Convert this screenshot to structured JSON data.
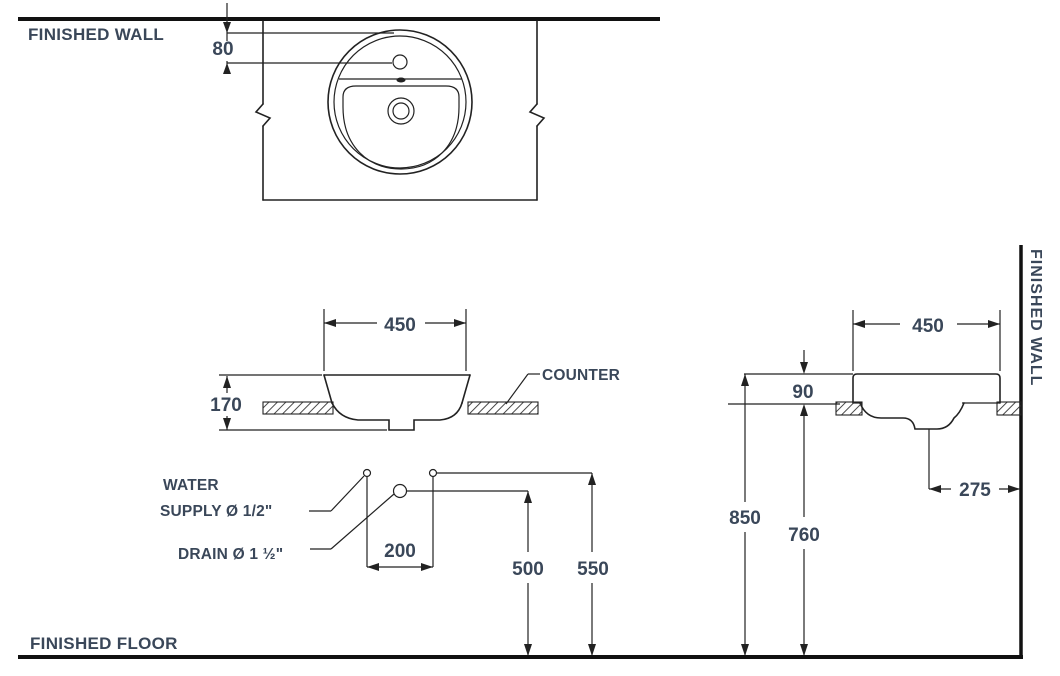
{
  "drawing": {
    "labels": {
      "finished_wall_top": "FINISHED WALL",
      "finished_wall_right": "FINISHED WALL",
      "finished_floor": "FINISHED FLOOR",
      "counter": "COUNTER",
      "water_supply_line1": "WATER",
      "water_supply_line2": "SUPPLY Ø 1/2\"",
      "drain_label": "DRAIN Ø 1 ½\""
    },
    "dimensions": {
      "plan_faucet_offset": "80",
      "front_width": "450",
      "front_height": "170",
      "supply_spacing": "200",
      "drain_height": "500",
      "supply_height": "550",
      "side_width": "450",
      "rim_above_counter": "90",
      "rim_height": "850",
      "counter_height": "760",
      "drain_to_wall": "275"
    },
    "colors": {
      "line": "#222222",
      "heavy_line": "#111111",
      "text": "#3a4759",
      "background": "#ffffff"
    }
  }
}
